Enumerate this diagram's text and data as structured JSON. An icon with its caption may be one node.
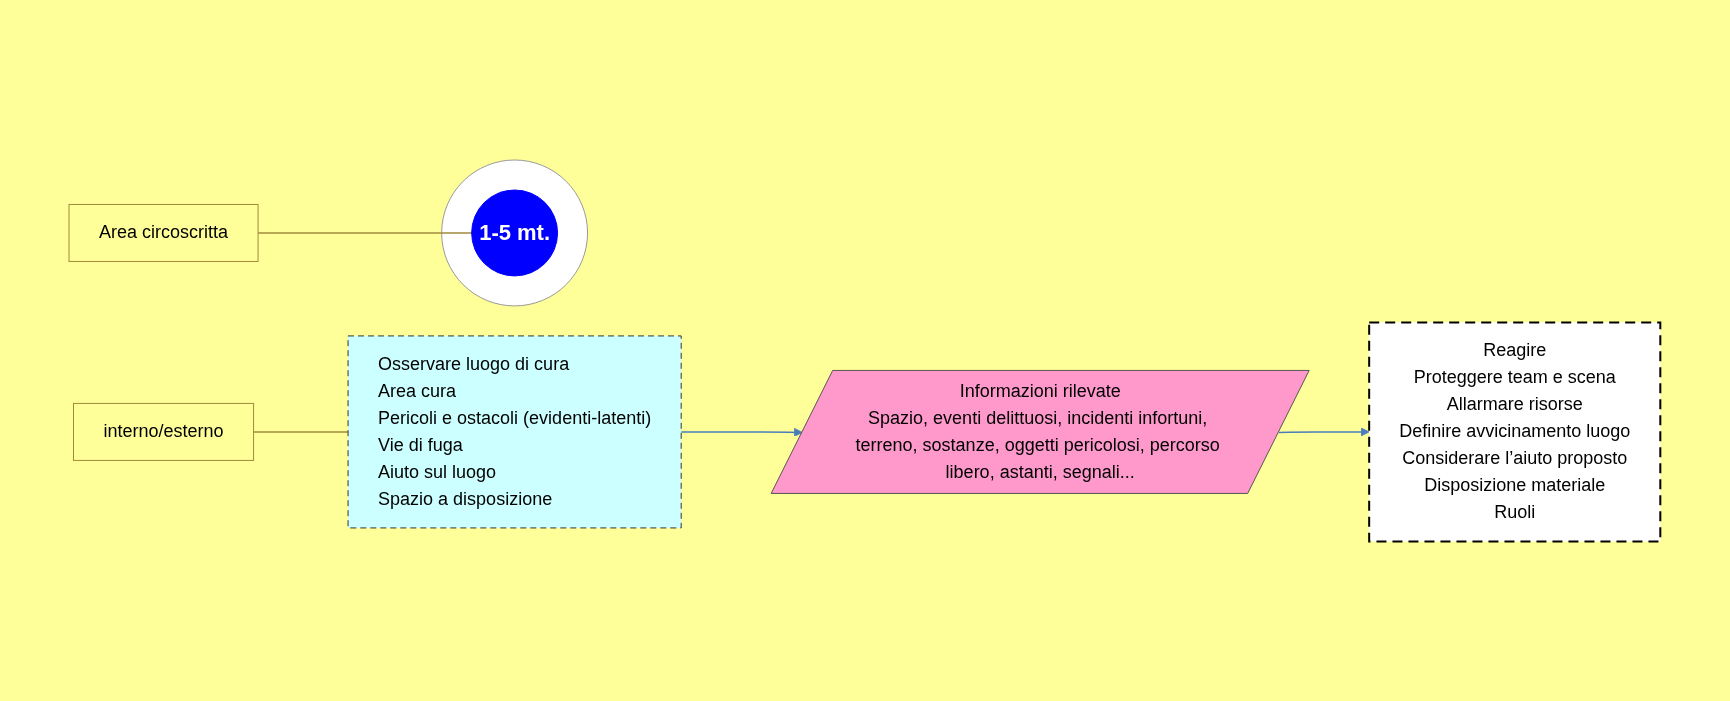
{
  "diagram": {
    "nodes": [
      {
        "text": [
          "Osservare luogo di cura",
          "Area cura",
          "Pericoli e ostacoli (evidenti-latenti)",
          "Vie di fuga",
          "Aiuto sul luogo",
          "Spazio a disposizione"
        ]
      },
      {
        "text": [
          "interno/esterno"
        ]
      },
      {
        "text": [
          "Informazioni rilevate",
          "Spazio, eventi delittuosi, incidenti infortuni, terreno, sostanze, oggetti pericolosi, percorso libero, astanti, segnali..."
        ]
      },
      {
        "text": [
          "Reagire",
          "Proteggere team e scena",
          "Allarmare risorse",
          "Definire avvicinamento luogo",
          "Considerare l’aiuto proposto",
          "Disposizione materiale",
          "Ruoli"
        ]
      },
      {
        "text": [],
        "shape": "circle"
      },
      {
        "text": [
          "1-5 mt."
        ],
        "in": 4
      },
      {
        "text": [
          "Area circoscritta"
        ]
      }
    ],
    "edges": [
      {
        "from": 1,
        "to": 0,
        "arrow": "none"
      },
      {
        "from": 0,
        "to": 2,
        "arrow": "to",
        "color": "#4a7ebb"
      },
      {
        "from": 2,
        "to": 3,
        "arrow": "to",
        "color": "#4a7ebb"
      },
      {
        "from": 6,
        "to": 5,
        "arrow": "none"
      }
    ]
  }
}
